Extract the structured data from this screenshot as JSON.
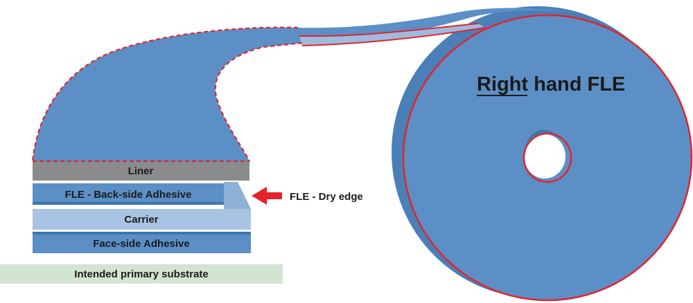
{
  "diagram": {
    "title_underlined": "Right",
    "title_rest": "hand FLE",
    "annotation": "FLE - Dry edge",
    "layers": {
      "liner": "Liner",
      "back_adhesive": "FLE - Back-side Adhesive",
      "carrier": "Carrier",
      "face_adhesive": "Face-side Adhesive",
      "substrate": "Intended primary substrate"
    },
    "colors": {
      "tape_blue": "#5b8fc6",
      "tape_blue_dark": "#3f74ad",
      "liner_gray": "#8a8b8d",
      "carrier_light": "#a9c4e2",
      "substrate_green": "#d3e4d3",
      "edge_red": "#e3242b",
      "roll_side": "#4a7fb8",
      "text_dark": "#1b1b1b"
    }
  }
}
